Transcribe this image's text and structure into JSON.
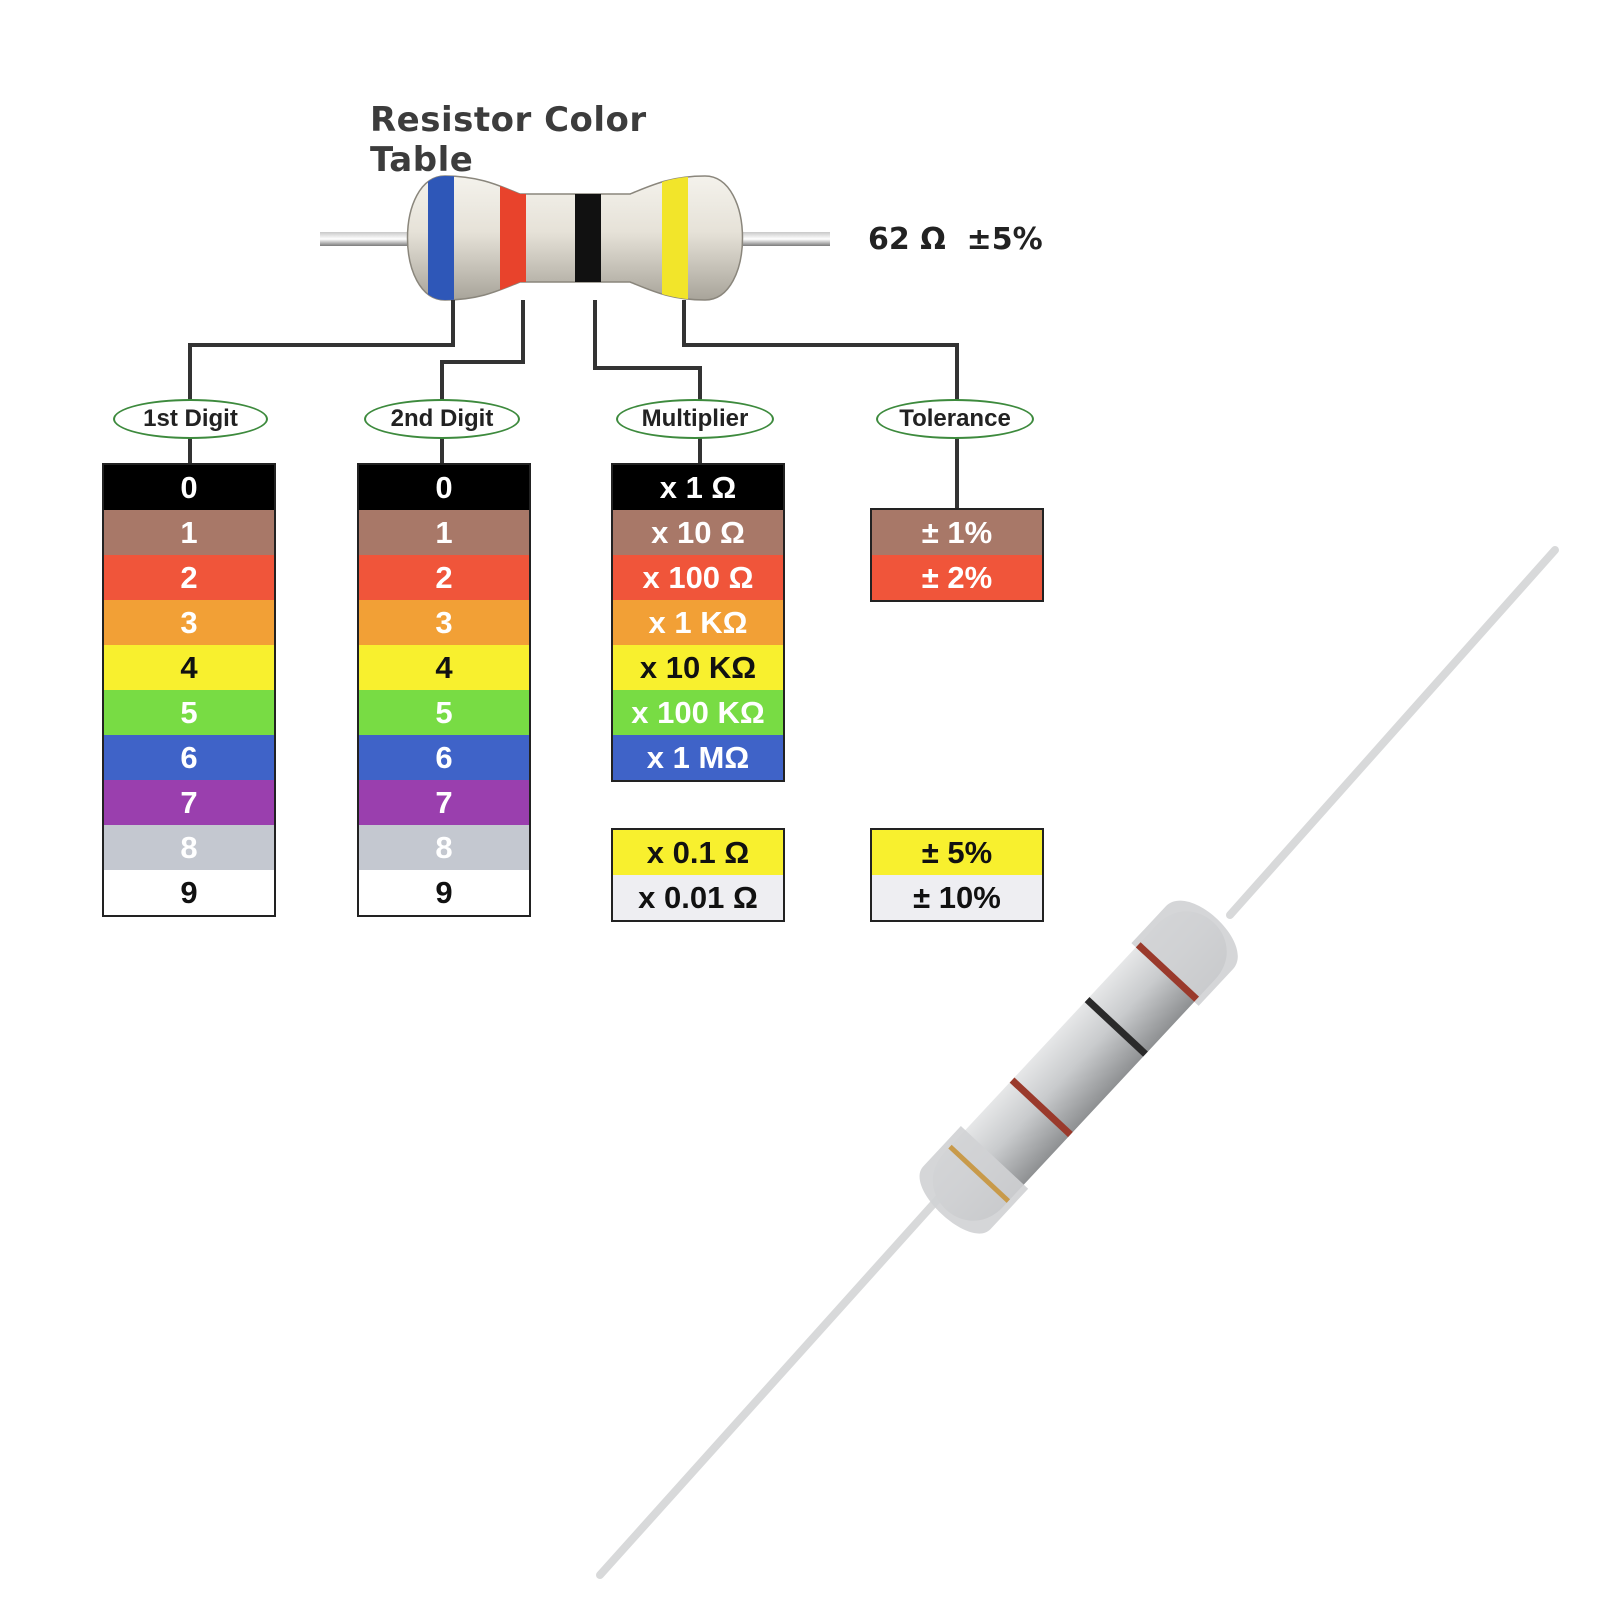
{
  "title": "Resistor Color Table",
  "value_label": "62 Ω  ±5%",
  "labels": {
    "first_digit": "1st Digit",
    "second_digit": "2nd Digit",
    "multiplier": "Multiplier",
    "tolerance": "Tolerance"
  },
  "example_bands": [
    "#2e57b8",
    "#e8432c",
    "#111111",
    "#f2e52a"
  ],
  "digit_rows": [
    {
      "text": "0",
      "bg": "#000000",
      "fg": "#ffffff"
    },
    {
      "text": "1",
      "bg": "#a87868",
      "fg": "#ffffff"
    },
    {
      "text": "2",
      "bg": "#f0553a",
      "fg": "#ffffff"
    },
    {
      "text": "3",
      "bg": "#f2a036",
      "fg": "#ffffff"
    },
    {
      "text": "4",
      "bg": "#f8f02e",
      "fg": "#111111"
    },
    {
      "text": "5",
      "bg": "#78dc44",
      "fg": "#ffffff"
    },
    {
      "text": "6",
      "bg": "#3f63c8",
      "fg": "#ffffff"
    },
    {
      "text": "7",
      "bg": "#9a3fae",
      "fg": "#ffffff"
    },
    {
      "text": "8",
      "bg": "#c4c8d0",
      "fg": "#ffffff"
    },
    {
      "text": "9",
      "bg": "#ffffff",
      "fg": "#111111"
    }
  ],
  "multiplier_rows": [
    {
      "text": "x 1 Ω",
      "bg": "#000000",
      "fg": "#ffffff"
    },
    {
      "text": "x 10 Ω",
      "bg": "#a87868",
      "fg": "#ffffff"
    },
    {
      "text": "x 100 Ω",
      "bg": "#f0553a",
      "fg": "#ffffff"
    },
    {
      "text": "x 1 KΩ",
      "bg": "#f2a036",
      "fg": "#ffffff"
    },
    {
      "text": "x 10 KΩ",
      "bg": "#f8f02e",
      "fg": "#111111"
    },
    {
      "text": "x 100 KΩ",
      "bg": "#78dc44",
      "fg": "#ffffff"
    },
    {
      "text": "x 1 MΩ",
      "bg": "#3f63c8",
      "fg": "#ffffff"
    }
  ],
  "fraction_multiplier_rows": [
    {
      "text": "x 0.1 Ω",
      "bg": "#f8f02e",
      "fg": "#111111"
    },
    {
      "text": "x 0.01 Ω",
      "bg": "#eeeef2",
      "fg": "#111111"
    }
  ],
  "tolerance_rows": [
    {
      "text": "± 1%",
      "bg": "#a87868",
      "fg": "#ffffff"
    },
    {
      "text": "± 2%",
      "bg": "#f0553a",
      "fg": "#ffffff"
    }
  ],
  "tolerance_rows_2": [
    {
      "text": "± 5%",
      "bg": "#f8f02e",
      "fg": "#111111"
    },
    {
      "text": "± 10%",
      "bg": "#eeeef2",
      "fg": "#111111"
    }
  ],
  "photo_resistor_bands": [
    "#9a3a2c",
    "#2a2a2a",
    "#9a3a2c",
    "#c89a4a"
  ]
}
